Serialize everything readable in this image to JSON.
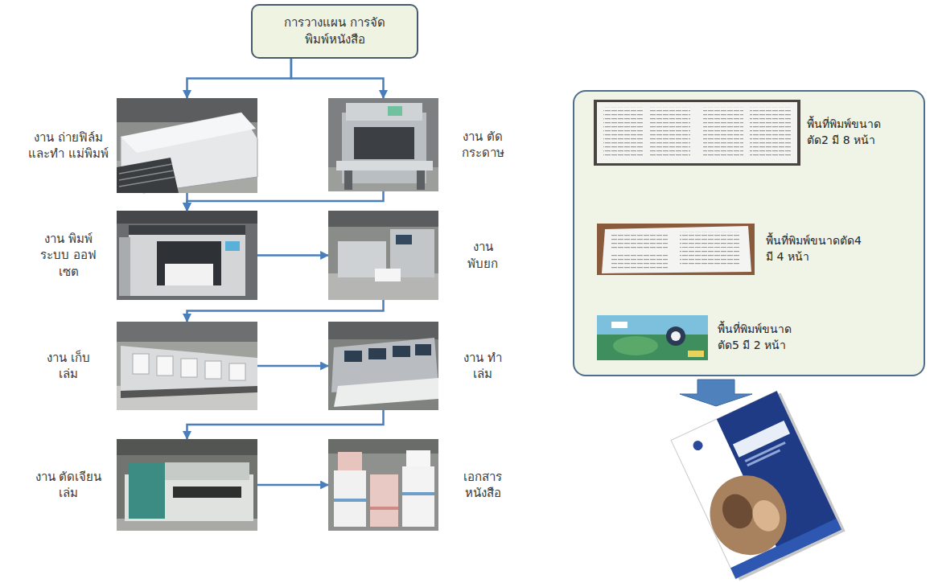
{
  "diagram": {
    "nodes": [
      {
        "text": [
          "การวางแผน การจัดพิมพ์หนังสือ"
        ]
      },
      {
        "text": [
          "งาน ถ่ายฟิล์มและทำ แม่พิมพ์"
        ]
      },
      {
        "text": [
          "งาน ตัดกระดาษ"
        ]
      },
      {
        "text": [
          "งาน พิมพ์ระบบ ออฟเซต"
        ]
      },
      {
        "text": [
          "งาน พับยก"
        ]
      },
      {
        "text": [
          "งาน เก็บเล่ม"
        ]
      },
      {
        "text": [
          "งาน ทำเล่ม"
        ]
      },
      {
        "text": [
          "งาน ตัดเจียนเล่ม"
        ]
      },
      {
        "text": [
          "เอกสาร หนังสือ"
        ]
      },
      {
        "text": []
      },
      {
        "text": [
          "พื้นที่พิมพ์ขนาดตัด2 มี 8 หน้า"
        ],
        "in": 9
      },
      {
        "text": [
          "พื้นที่พิมพ์ขนาดตัด4 มี 4 หน้า"
        ],
        "in": 9
      },
      {
        "text": [
          "พื้นที่พิมพ์ขนาดตัด5 มี 2 หน้า"
        ],
        "in": 9
      }
    ],
    "edges": [
      {
        "from": 0,
        "to": 1,
        "arrow": "to"
      },
      {
        "from": 0,
        "to": 2,
        "arrow": "to"
      },
      {
        "from": 1,
        "to": 3,
        "arrow": "to"
      },
      {
        "from": 2,
        "to": 3,
        "arrow": "to"
      },
      {
        "from": 3,
        "to": 4,
        "arrow": "to"
      },
      {
        "from": 4,
        "to": 5,
        "arrow": "to"
      },
      {
        "from": 5,
        "to": 6,
        "arrow": "to"
      },
      {
        "from": 6,
        "to": 7,
        "arrow": "to"
      },
      {
        "from": 7,
        "to": 8,
        "arrow": "to"
      }
    ]
  }
}
